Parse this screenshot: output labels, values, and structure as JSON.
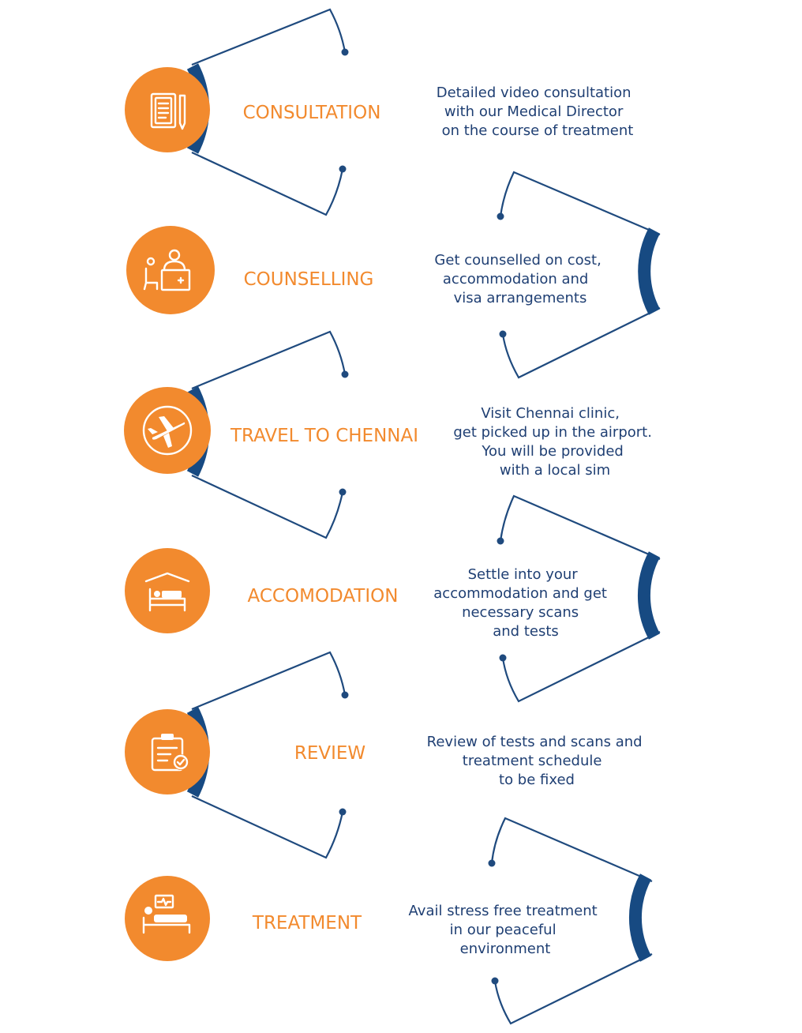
{
  "colors": {
    "accent": "#f28a2e",
    "line": "#1f4a7e",
    "text": "#1f3f73"
  },
  "steps": [
    {
      "title": "CONSULTATION",
      "icon": "document-pen-icon",
      "description": [
        "Detailed video consultation",
        "with our Medical Director",
        "on the course of treatment"
      ]
    },
    {
      "title": "COUNSELLING",
      "icon": "counselling-desk-icon",
      "description": [
        "Get counselled on cost,",
        "accommodation and",
        "visa arrangements"
      ]
    },
    {
      "title": "TRAVEL TO CHENNAI",
      "icon": "airplane-icon",
      "description": [
        "Visit Chennai clinic,",
        "get picked up in the airport.",
        "You will be provided",
        "with a local sim"
      ]
    },
    {
      "title": "ACCOMODATION",
      "icon": "bed-roof-icon",
      "description": [
        "Settle into your",
        "accommodation and get",
        "necessary scans",
        "and tests"
      ]
    },
    {
      "title": "REVIEW",
      "icon": "clipboard-check-icon",
      "description": [
        "Review of tests and scans and",
        "treatment schedule",
        "to be fixed"
      ]
    },
    {
      "title": "TREATMENT",
      "icon": "hospital-bed-monitor-icon",
      "description": [
        "Avail stress free treatment",
        "in our peaceful",
        "environment"
      ]
    }
  ]
}
